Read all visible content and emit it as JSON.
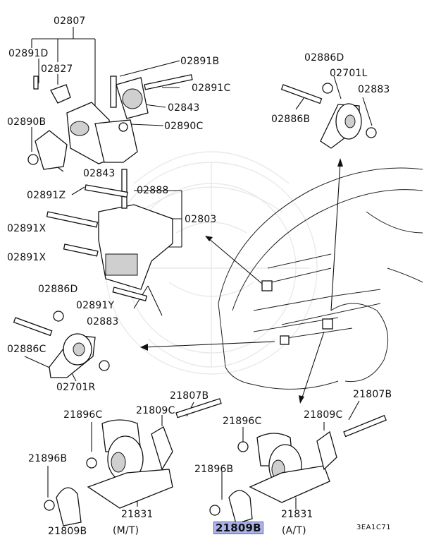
{
  "diagram": {
    "ref_code": "3EA1C71",
    "labels": {
      "p02807": "02807",
      "p02891D": "02891D",
      "p02827": "02827",
      "p02891B": "02891B",
      "p02891C": "02891C",
      "p02843a": "02843",
      "p02890C": "02890C",
      "p02890B": "02890B",
      "p02843b": "02843",
      "p02888": "02888",
      "p02891Z": "02891Z",
      "p02803": "02803",
      "p02891Xa": "02891X",
      "p02891Xb": "02891X",
      "p02886Da": "02886D",
      "p02891Y": "02891Y",
      "p02883a": "02883",
      "p02886C": "02886C",
      "p02701R": "02701R",
      "p02886Db": "02886D",
      "p02701L": "02701L",
      "p02883b": "02883",
      "p02886B": "02886B",
      "p21807Ba": "21807B",
      "p21896Ca": "21896C",
      "p21809Ca": "21809C",
      "p21896Ba": "21896B",
      "p21809Ba": "21809B",
      "p21831a": "21831",
      "mt": "(M/T)",
      "p21807Bb": "21807B",
      "p21896Cb": "21896C",
      "p21809Cb": "21809C",
      "p21896Bb": "21896B",
      "p21809Bb": "21809B",
      "p21831b": "21831",
      "at": "(A/T)"
    },
    "highlighted_part": "21809B",
    "highlight_color": "#aab3ea"
  }
}
